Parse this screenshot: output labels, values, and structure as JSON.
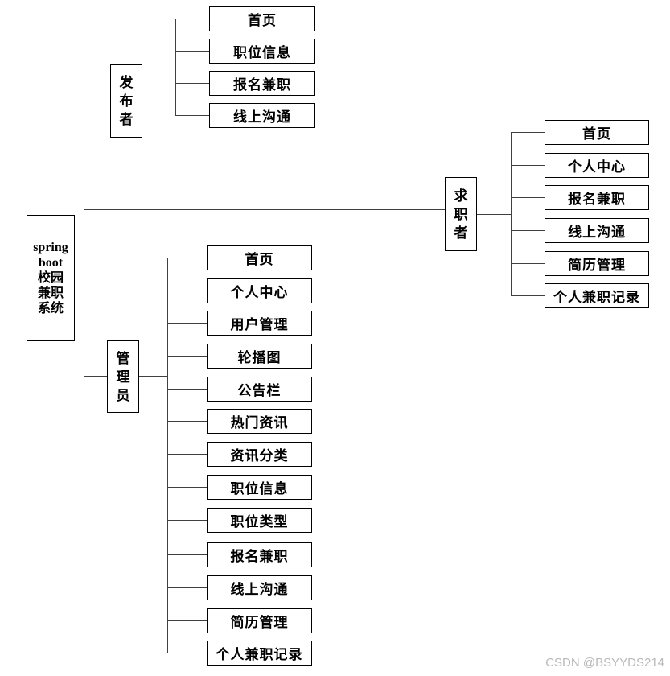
{
  "diagram": {
    "root": {
      "lines": [
        "spring",
        "boot",
        "校园",
        "兼职",
        "系统"
      ]
    },
    "branches": [
      {
        "name": "发布者",
        "label_chars": [
          "发",
          "布",
          "者"
        ],
        "children": [
          "首页",
          "职位信息",
          "报名兼职",
          "线上沟通"
        ]
      },
      {
        "name": "求职者",
        "label_chars": [
          "求",
          "职",
          "者"
        ],
        "children": [
          "首页",
          "个人中心",
          "报名兼职",
          "线上沟通",
          "简历管理",
          "个人兼职记录"
        ]
      },
      {
        "name": "管理员",
        "label_chars": [
          "管",
          "理",
          "员"
        ],
        "children": [
          "首页",
          "个人中心",
          "用户管理",
          "轮播图",
          "公告栏",
          "热门资讯",
          "资讯分类",
          "职位信息",
          "职位类型",
          "报名兼职",
          "线上沟通",
          "简历管理",
          "个人兼职记录"
        ]
      }
    ]
  },
  "watermark": "CSDN @BSYYDS214",
  "colors": {
    "line": "#404040",
    "box_border": "#000000",
    "text": "#000000",
    "watermark_text": "#b9b9b9",
    "background": "#ffffff"
  }
}
